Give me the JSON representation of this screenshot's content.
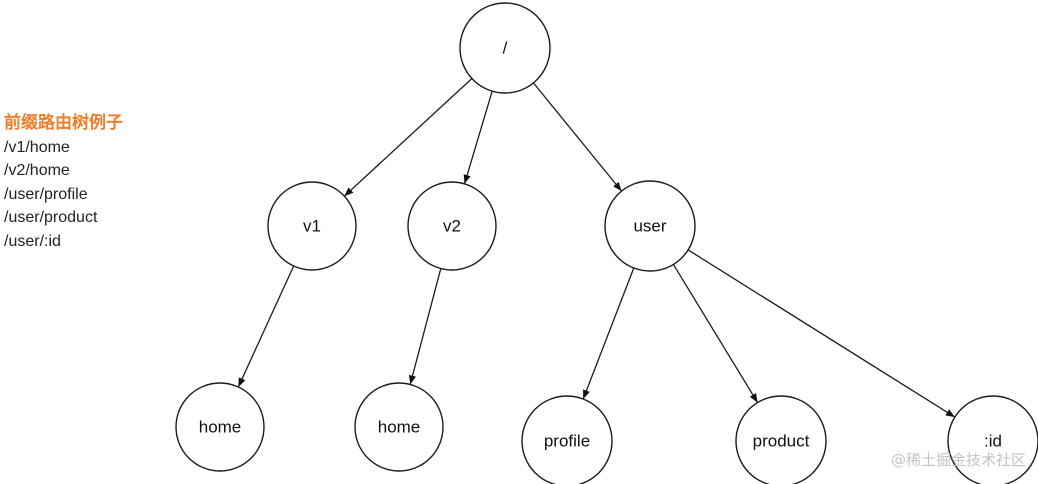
{
  "legend": {
    "title": "前缀路由树例子",
    "routes": [
      "/v1/home",
      "/v2/home",
      "/user/profile",
      "/user/product",
      "/user/:id"
    ]
  },
  "tree": {
    "nodes": [
      {
        "id": "root",
        "label": "/"
      },
      {
        "id": "v1",
        "label": "v1"
      },
      {
        "id": "v2",
        "label": "v2"
      },
      {
        "id": "user",
        "label": "user"
      },
      {
        "id": "v1-home",
        "label": "home"
      },
      {
        "id": "v2-home",
        "label": "home"
      },
      {
        "id": "profile",
        "label": "profile"
      },
      {
        "id": "product",
        "label": "product"
      },
      {
        "id": "id",
        "label": ":id"
      }
    ],
    "edges": [
      [
        "root",
        "v1"
      ],
      [
        "root",
        "v2"
      ],
      [
        "root",
        "user"
      ],
      [
        "v1",
        "v1-home"
      ],
      [
        "v2",
        "v2-home"
      ],
      [
        "user",
        "profile"
      ],
      [
        "user",
        "product"
      ],
      [
        "user",
        "id"
      ]
    ]
  },
  "watermark": "@稀土掘金技术社区",
  "colors": {
    "title": "#f07d2a",
    "stroke": "#1c1c1c",
    "watermark": "#c4c4c4"
  }
}
